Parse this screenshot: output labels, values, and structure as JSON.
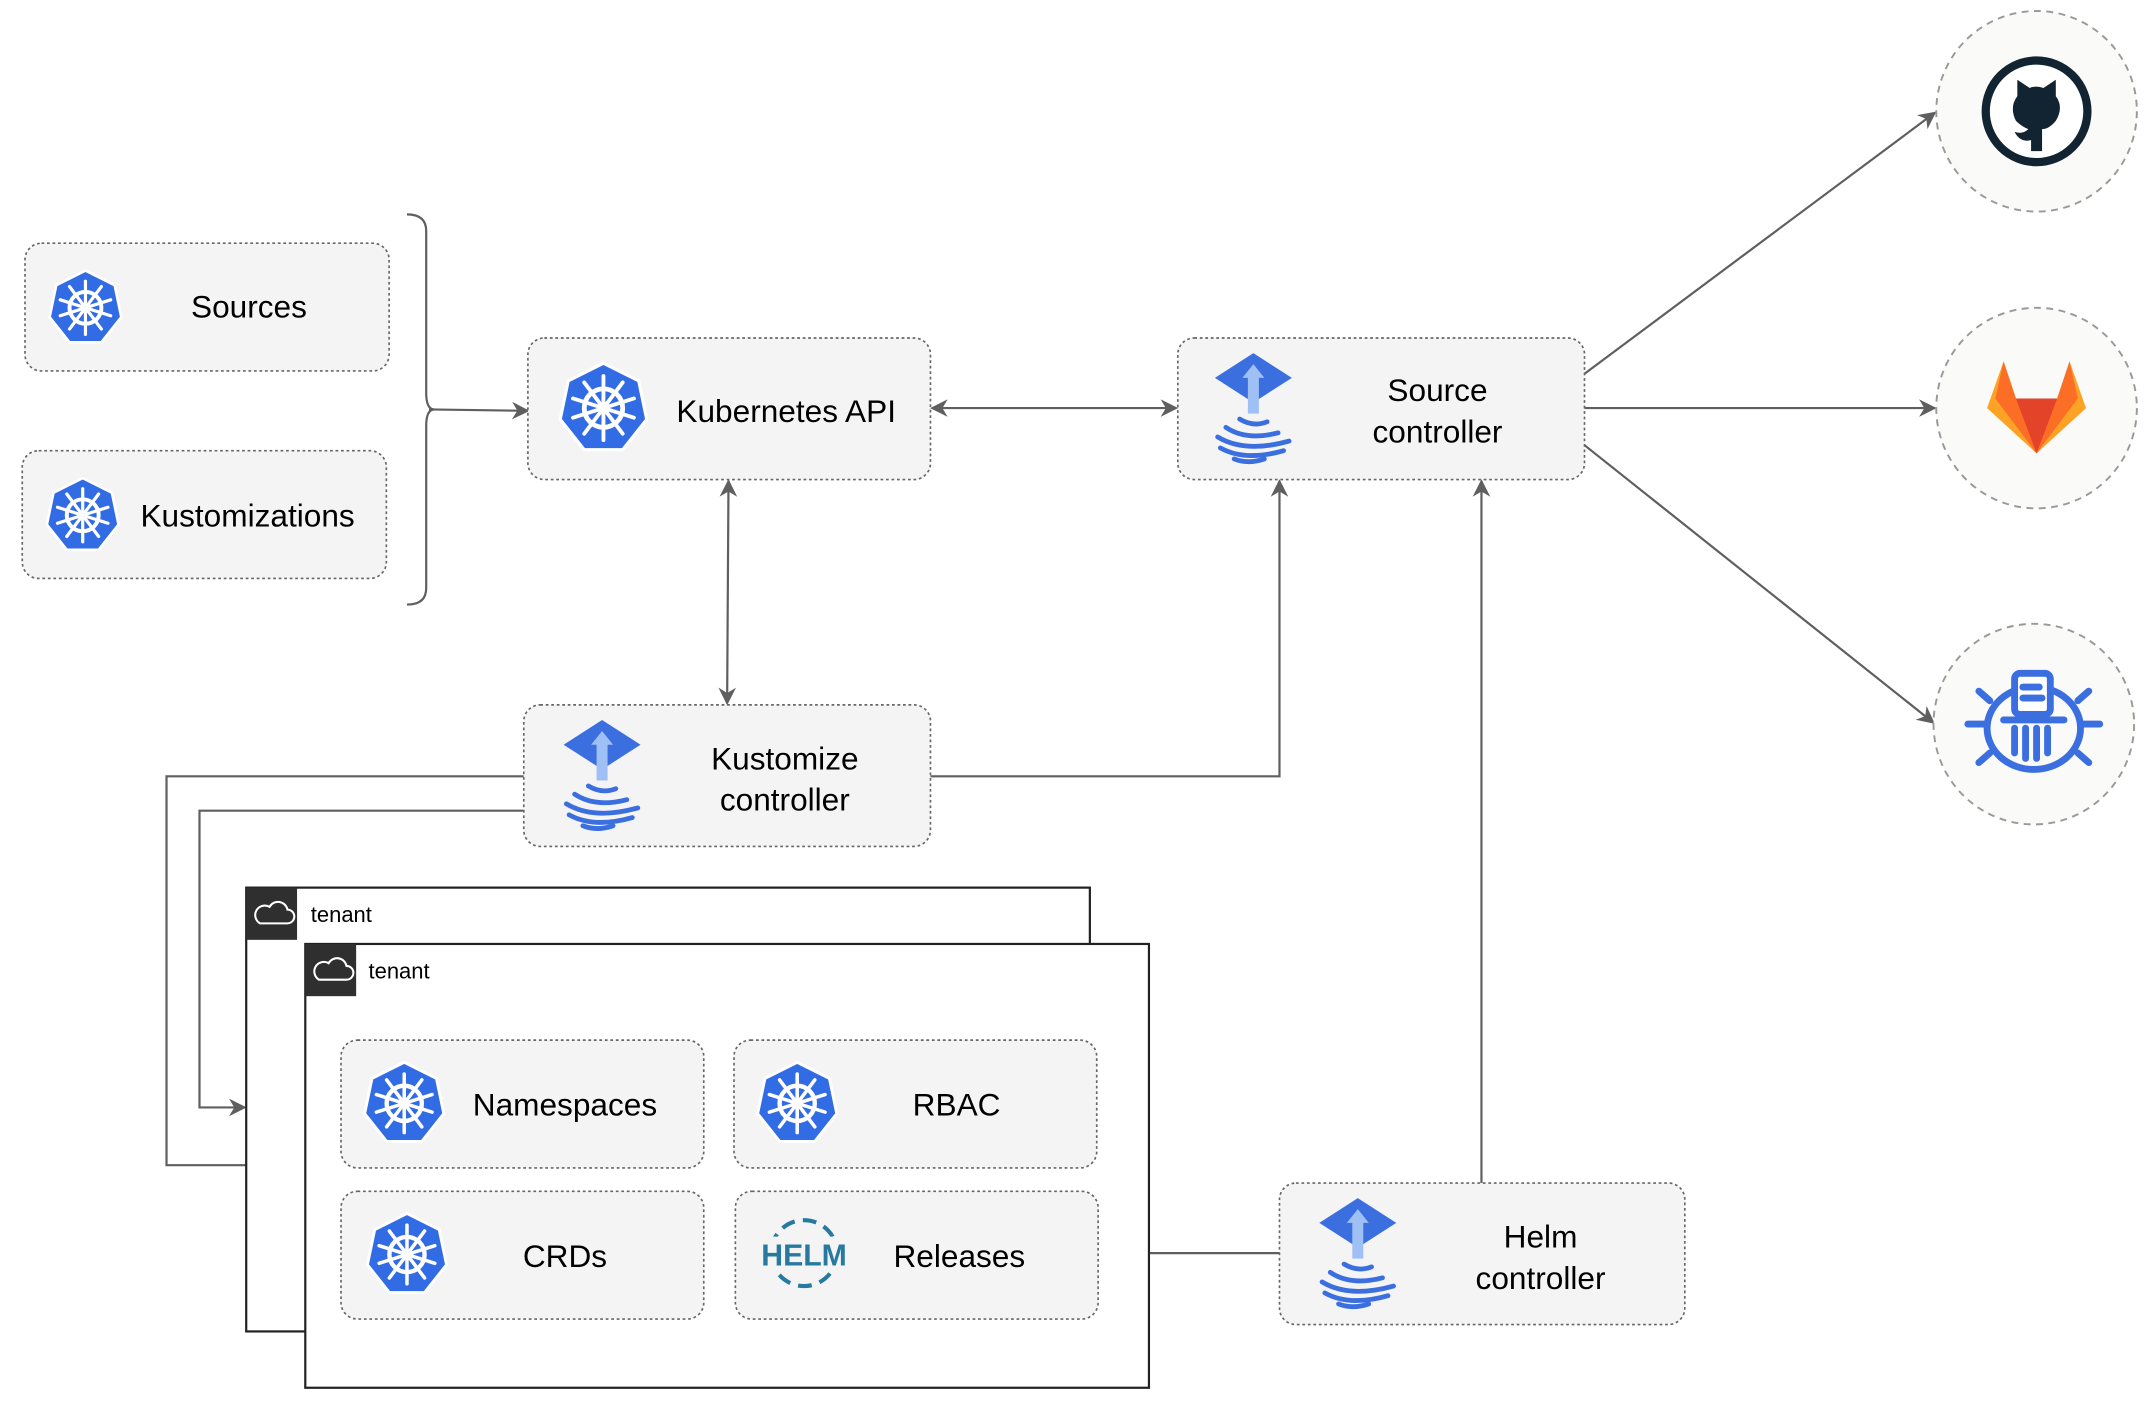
{
  "nodes": {
    "sources": "Sources",
    "kustomizations": "Kustomizations",
    "kubernetes_api": "Kubernetes API",
    "source_controller": [
      "Source",
      "controller"
    ],
    "kustomize_controller": [
      "Kustomize",
      "controller"
    ],
    "helm_controller": [
      "Helm",
      "controller"
    ],
    "namespaces": "Namespaces",
    "rbac": "RBAC",
    "crds": "CRDs",
    "releases": "Releases",
    "helm_logo": "HELM"
  },
  "tenants": [
    "tenant",
    "tenant"
  ],
  "external_sources": [
    {
      "name": "github",
      "icon": "github-icon"
    },
    {
      "name": "gitlab",
      "icon": "gitlab-icon"
    },
    {
      "name": "bucket",
      "icon": "bucket-icon"
    }
  ],
  "colors": {
    "kubernetes_blue": "#326ce5",
    "flux_blue": "#3b6fe0",
    "github_dark": "#122332",
    "gitlab_orange": "#e24329",
    "gitlab_light": "#fca326",
    "helm_blue": "#277a9f",
    "edge": "#5f5f5f",
    "node_fill": "#f4f4f4"
  }
}
